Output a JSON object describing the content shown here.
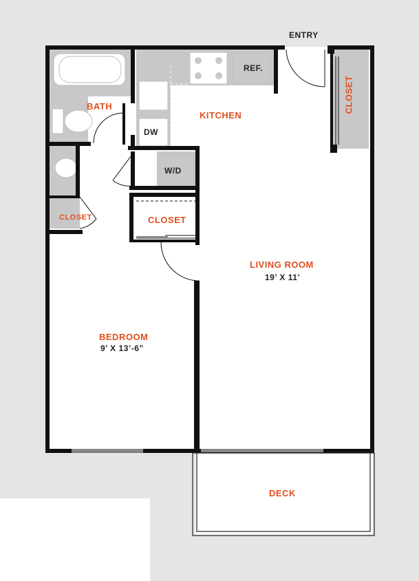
{
  "labels": {
    "entry": "ENTRY",
    "bath": "BATH",
    "kitchen": "KITCHEN",
    "ref": "REF.",
    "dw": "DW",
    "wd": "W/D",
    "closet_entry": "CLOSET",
    "closet_bath": "CLOSET",
    "closet_hall": "CLOSET",
    "living_room": "LIVING ROOM",
    "living_room_dims": "19’ X 11’",
    "bedroom": "BEDROOM",
    "bedroom_dims": "9’ X 13’-6”",
    "deck": "DECK"
  },
  "colors": {
    "background": "#e5e5e5",
    "floor": "#ffffff",
    "wall": "#111111",
    "label_accent": "#e14f1f",
    "fixture": "#c8c8c8"
  }
}
